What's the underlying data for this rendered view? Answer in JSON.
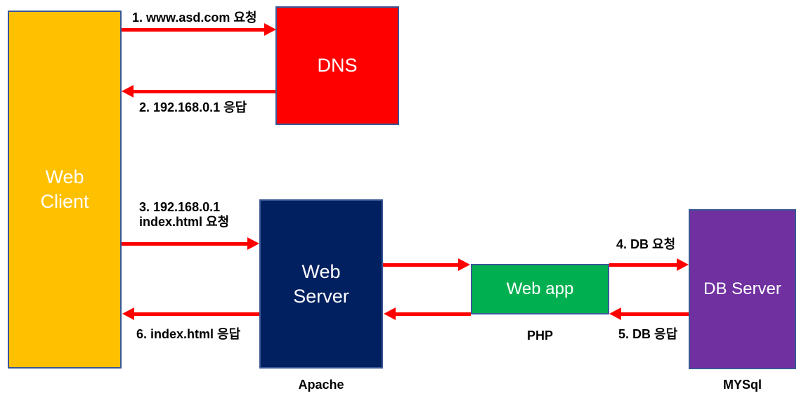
{
  "diagram": {
    "title": "Web request flow diagram (Web Client / DNS / Web Server / Web app / DB Server)",
    "nodes": {
      "web_client": {
        "label_line1": "Web",
        "label_line2": "Client",
        "color": "#FFC000"
      },
      "dns": {
        "label": "DNS",
        "color": "#FF0000"
      },
      "web_server": {
        "label_line1": "Web",
        "label_line2": "Server",
        "caption": "Apache",
        "color": "#002060"
      },
      "web_app": {
        "label": "Web app",
        "caption": "PHP",
        "color": "#00B050"
      },
      "db_server": {
        "label": "DB Server",
        "caption": "MYSql",
        "color": "#7030A0"
      }
    },
    "arrows": {
      "step1": {
        "label": "1. www.asd.com 요청",
        "from": "Web Client",
        "to": "DNS"
      },
      "step2": {
        "label": "2. 192.168.0.1 응답",
        "from": "DNS",
        "to": "Web Client"
      },
      "step3": {
        "label_line1": "3. 192.168.0.1",
        "label_line2": "index.html 요청",
        "from": "Web Client",
        "to": "Web Server"
      },
      "step4": {
        "label": "4. DB 요청",
        "from": "Web app",
        "to": "DB Server"
      },
      "step5": {
        "label": "5. DB 응답",
        "from": "DB Server",
        "to": "Web app"
      },
      "step6": {
        "label": "6. index.html 응답",
        "from": "Web Server",
        "to": "Web Client"
      },
      "server_to_app": {
        "label": "",
        "from": "Web Server",
        "to": "Web app"
      },
      "app_to_server": {
        "label": "",
        "from": "Web app",
        "to": "Web Server"
      }
    },
    "colors": {
      "arrow": "#FF0000",
      "node_border": "#3A5795",
      "label_text": "#000000",
      "node_text": "#FFFFFF",
      "background": "#FFFFFF"
    }
  }
}
